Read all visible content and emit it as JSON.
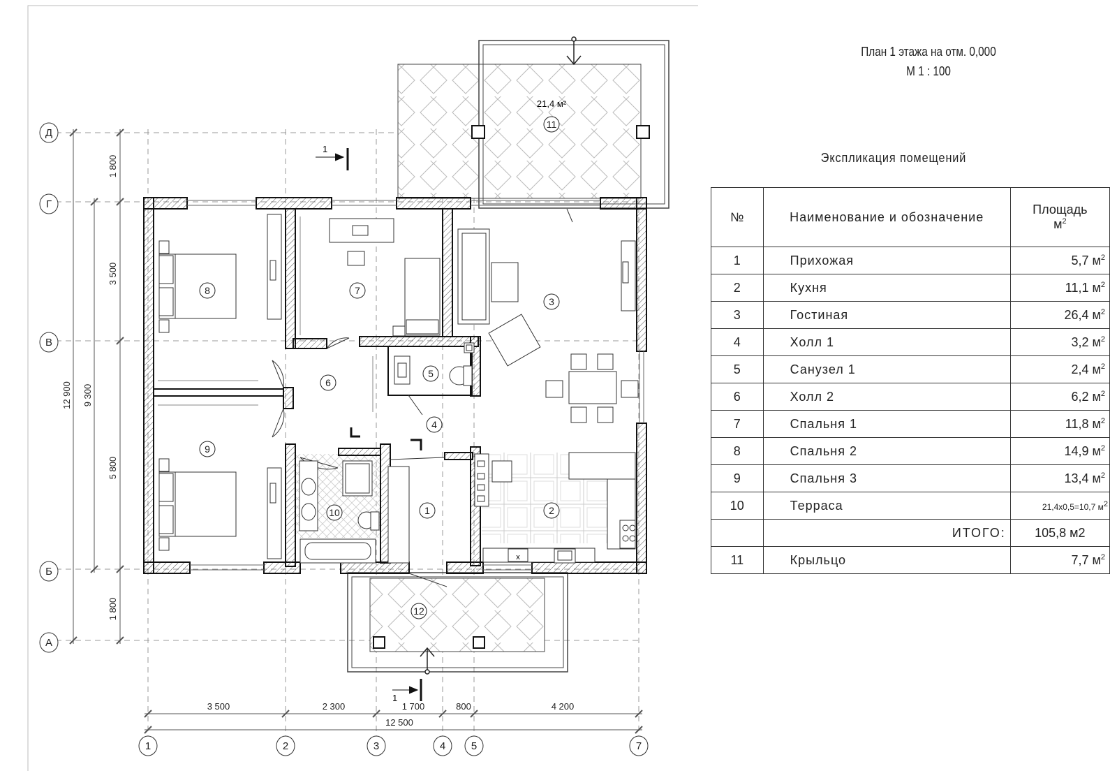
{
  "title": {
    "line1": "План 1 этажа на отм. 0,000",
    "line2": "М 1 : 100"
  },
  "explication": {
    "title": "Экспликация помещений",
    "headers": {
      "num": "№",
      "name": "Наименование и обозначение",
      "area": "Площадь",
      "area_unit": "м"
    },
    "rows": [
      {
        "num": "1",
        "name": "Прихожая",
        "area": "5,7 м"
      },
      {
        "num": "2",
        "name": "Кухня",
        "area": "11,1 м"
      },
      {
        "num": "3",
        "name": "Гостиная",
        "area": "26,4 м"
      },
      {
        "num": "4",
        "name": "Холл 1",
        "area": "3,2 м"
      },
      {
        "num": "5",
        "name": "Санузел 1",
        "area": "2,4 м"
      },
      {
        "num": "6",
        "name": "Холл 2",
        "area": "6,2 м"
      },
      {
        "num": "7",
        "name": "Спальня 1",
        "area": "11,8 м"
      },
      {
        "num": "8",
        "name": "Спальня 2",
        "area": "14,9 м"
      },
      {
        "num": "9",
        "name": "Спальня 3",
        "area": "13,4 м"
      },
      {
        "num": "10",
        "name": "Терраса",
        "area": "21,4x0,5=10,7 м"
      }
    ],
    "total_label": "ИТОГО:",
    "total_value": "105,8 м2",
    "extra_row": {
      "num": "11",
      "name": "Крыльцо",
      "area": "7,7 м"
    }
  },
  "plan": {
    "terrace_area": "21,4 м²",
    "room_marks": [
      "1",
      "2",
      "3",
      "4",
      "5",
      "6",
      "7",
      "8",
      "9",
      "10",
      "11",
      "12"
    ],
    "axes_letters": [
      "Д",
      "Г",
      "В",
      "Б",
      "А"
    ],
    "axes_numbers": [
      "1",
      "2",
      "3",
      "4",
      "5",
      "7"
    ],
    "dims_vertical": [
      "1 800",
      "3 500",
      "5 800",
      "1 800"
    ],
    "dims_vertical_total": [
      "12 900",
      "9 300"
    ],
    "dims_horizontal": [
      "3 500",
      "2 300",
      "1 700",
      "800",
      "4 200"
    ],
    "dim_overall": "12 500",
    "section_mark": "1",
    "stove_mark": "x"
  }
}
